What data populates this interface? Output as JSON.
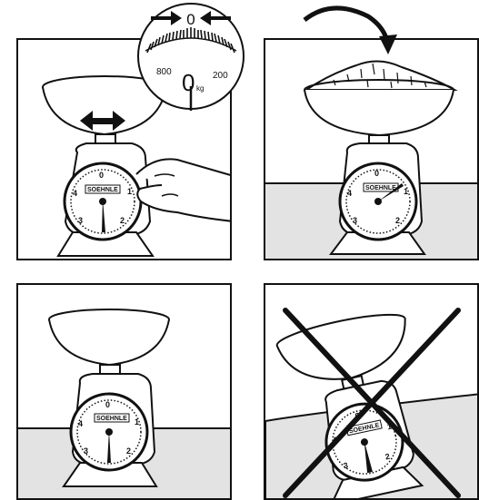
{
  "zoom_dial": {
    "top_marker": "0",
    "left_value": "800",
    "right_value": "200",
    "center_value": "0",
    "unit": "kg"
  },
  "dial": {
    "brand": "SOEHNLE",
    "numbers": [
      "0",
      "1",
      "2",
      "3",
      "4"
    ]
  },
  "panels": [
    {
      "id": "zeroing",
      "shows": "adjust-zero"
    },
    {
      "id": "filled",
      "shows": "weighing"
    },
    {
      "id": "level",
      "shows": "correct-placement"
    },
    {
      "id": "tilted",
      "shows": "incorrect-placement",
      "crossed_out": true
    }
  ],
  "colors": {
    "line": "#111111",
    "table": "#e3e3e3",
    "paper": "#ffffff"
  }
}
